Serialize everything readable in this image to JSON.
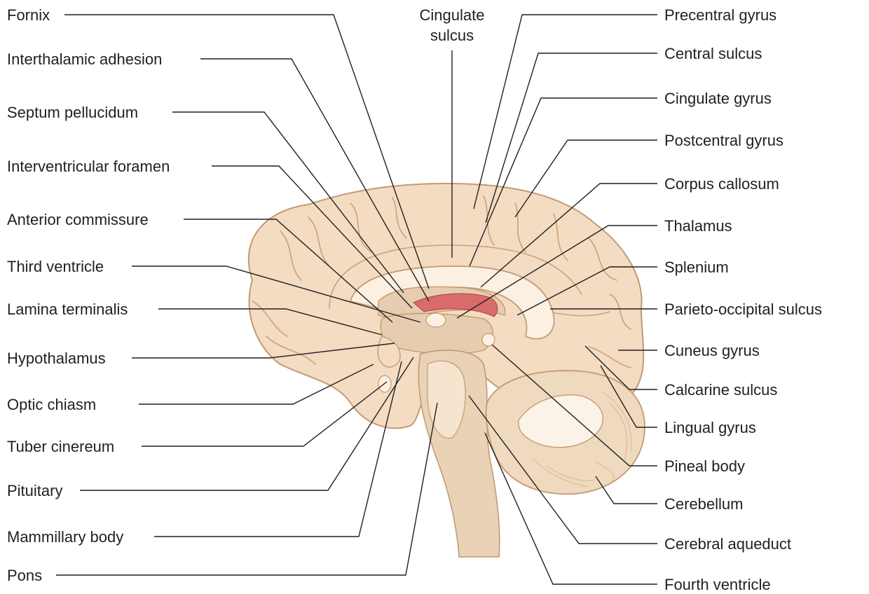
{
  "diagram": {
    "colors": {
      "cortex": "#f3dcc2",
      "cortex_outline": "#c39a72",
      "white_matter": "#fbf0e2",
      "deep_structure": "#e6cdb0",
      "ventricle_red": "#d96b6b",
      "cerebellum": "#efd9bf",
      "line": "#231f20"
    },
    "labels_left": {
      "fornix": "Fornix",
      "interthalamic_adhesion": "Interthalamic adhesion",
      "septum_pellucidum": "Septum pellucidum",
      "interventricular_foramen": "Interventricular foramen",
      "anterior_commissure": "Anterior commissure",
      "third_ventricle": "Third ventricle",
      "lamina_terminalis": "Lamina terminalis",
      "hypothalamus": "Hypothalamus",
      "optic_chiasm": "Optic chiasm",
      "tuber_cinereum": "Tuber cinereum",
      "pituitary": "Pituitary",
      "mammillary_body": "Mammillary body",
      "pons": "Pons"
    },
    "labels_top": {
      "cingulate_sulcus_line1": "Cingulate",
      "cingulate_sulcus_line2": "sulcus"
    },
    "labels_right": {
      "precentral_gyrus": "Precentral gyrus",
      "central_sulcus": "Central sulcus",
      "cingulate_gyrus": "Cingulate gyrus",
      "postcentral_gyrus": "Postcentral gyrus",
      "corpus_callosum": "Corpus callosum",
      "thalamus": "Thalamus",
      "splenium": "Splenium",
      "parieto_occipital_sulcus": "Parieto-occipital sulcus",
      "cuneus_gyrus": "Cuneus gyrus",
      "calcarine_sulcus": "Calcarine sulcus",
      "lingual_gyrus": "Lingual gyrus",
      "pineal_body": "Pineal body",
      "cerebellum": "Cerebellum",
      "cerebral_aqueduct": "Cerebral aqueduct",
      "fourth_ventricle": "Fourth ventricle"
    }
  }
}
